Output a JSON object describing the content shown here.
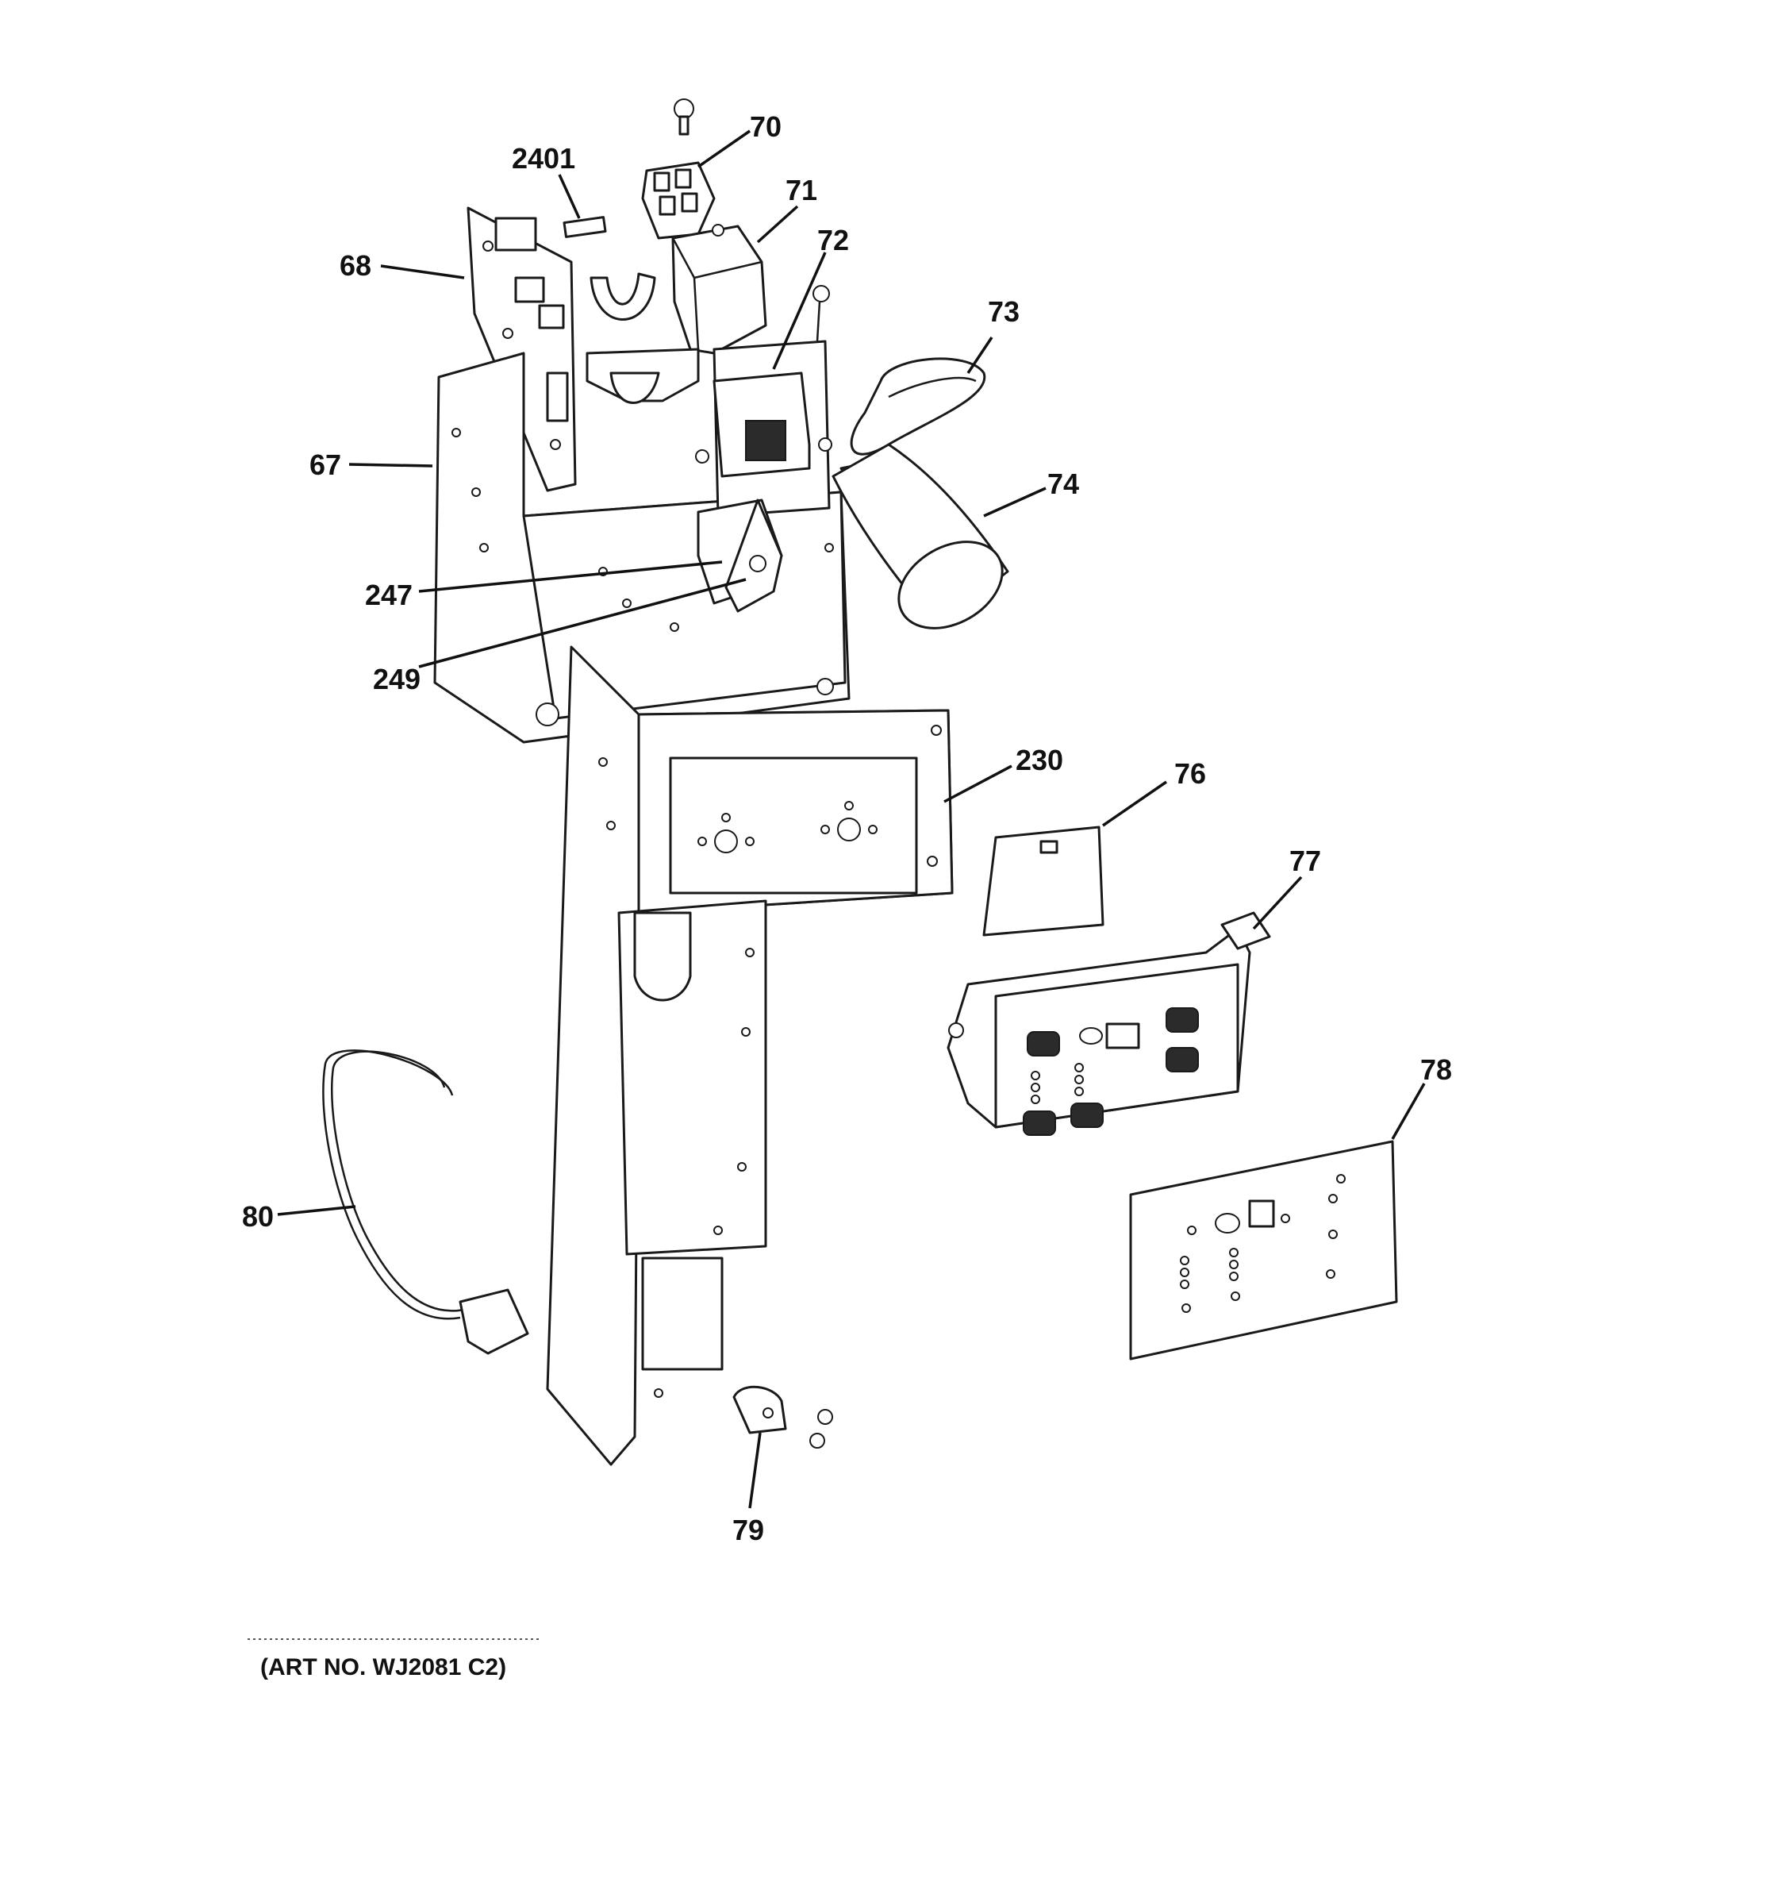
{
  "callouts": {
    "c2401": "2401",
    "c70": "70",
    "c71": "71",
    "c72": "72",
    "c73": "73",
    "c74": "74",
    "c68": "68",
    "c67": "67",
    "c247": "247",
    "c249": "249",
    "c230": "230",
    "c76": "76",
    "c77": "77",
    "c78": "78",
    "c80": "80",
    "c79": "79"
  },
  "art_number": "(ART NO. WJ2081 C2)"
}
